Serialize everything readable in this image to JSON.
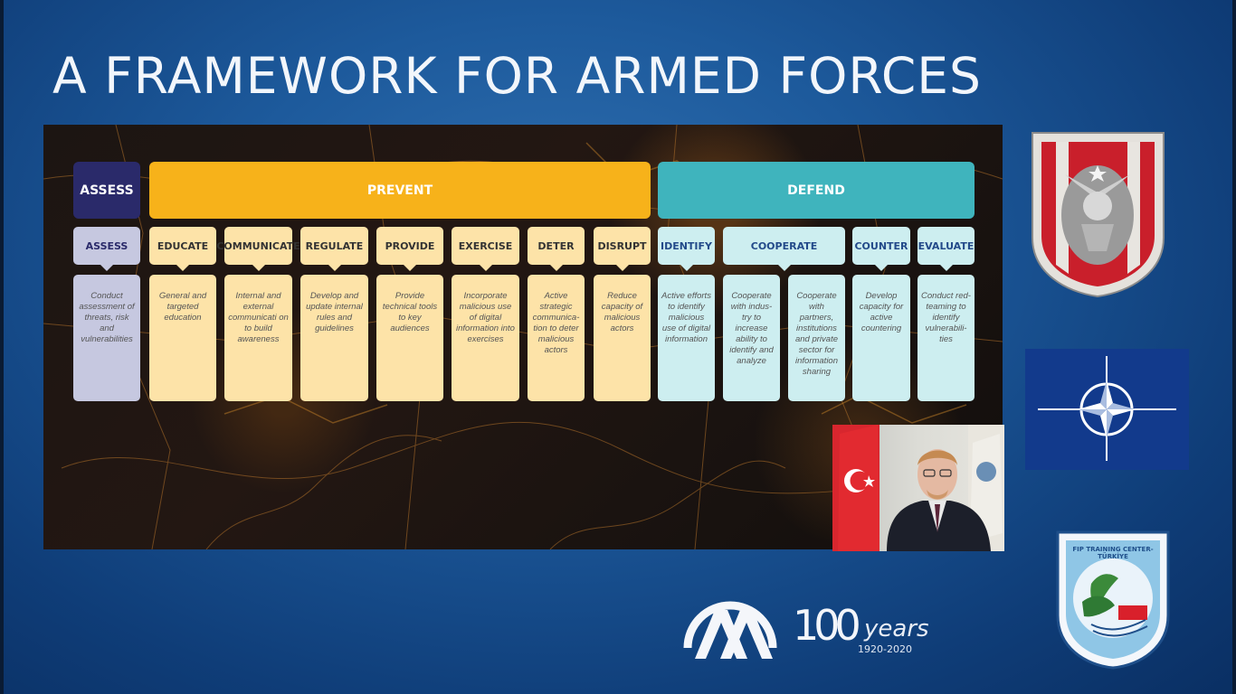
{
  "title": "A FRAMEWORK FOR ARMED FORCES",
  "framework": {
    "headers": {
      "assess": "ASSESS",
      "prevent": "PREVENT",
      "defend": "DEFEND"
    },
    "columns": [
      {
        "tag": "ASSESS",
        "group": "assess",
        "desc": "Conduct assessment of threats, risk and vulnerabilities"
      },
      {
        "tag": "EDUCATE",
        "group": "prevent",
        "desc": "General and targeted education"
      },
      {
        "tag": "COMMUNICATE",
        "group": "prevent",
        "desc": "Internal and external communicati on to build awareness"
      },
      {
        "tag": "REGULATE",
        "group": "prevent",
        "desc": "Develop and update internal rules and guidelines"
      },
      {
        "tag": "PROVIDE",
        "group": "prevent",
        "desc": "Provide technical tools to key audiences"
      },
      {
        "tag": "EXERCISE",
        "group": "prevent",
        "desc": "Incorporate malicious use of digital information into exercises"
      },
      {
        "tag": "DETER",
        "group": "prevent",
        "desc": "Active strategic communica-tion to deter malicious actors"
      },
      {
        "tag": "DISRUPT",
        "group": "prevent",
        "desc": "Reduce capacity of malicious actors"
      },
      {
        "tag": "IDENTIFY",
        "group": "defend",
        "desc": "Active efforts to identify malicious use of digital information"
      },
      {
        "tag": "COOPERATE",
        "group": "defend",
        "desc": "Cooperate with indus-try to increase ability to identify and analyze"
      },
      {
        "tag": "",
        "group": "defend",
        "desc": "Cooperate with partners, institutions and private sector for information sharing"
      },
      {
        "tag": "COUNTER",
        "group": "defend",
        "desc": "Develop capacity for active countering"
      },
      {
        "tag": "EVALUATE",
        "group": "defend",
        "desc": "Conduct red-teaming to identify vulnerabili-ties"
      }
    ]
  },
  "logos": {
    "aa_text": "AA",
    "hundred": "100",
    "years": "years",
    "years_range": "1920-2020",
    "fip_text": "FIP TRAINING CENTER-TÜRKİYE"
  },
  "colors": {
    "prevent": "#f7b21a",
    "defend": "#3fb4bd",
    "assess": "#2a2a6a",
    "background": "#1d5a9c"
  }
}
